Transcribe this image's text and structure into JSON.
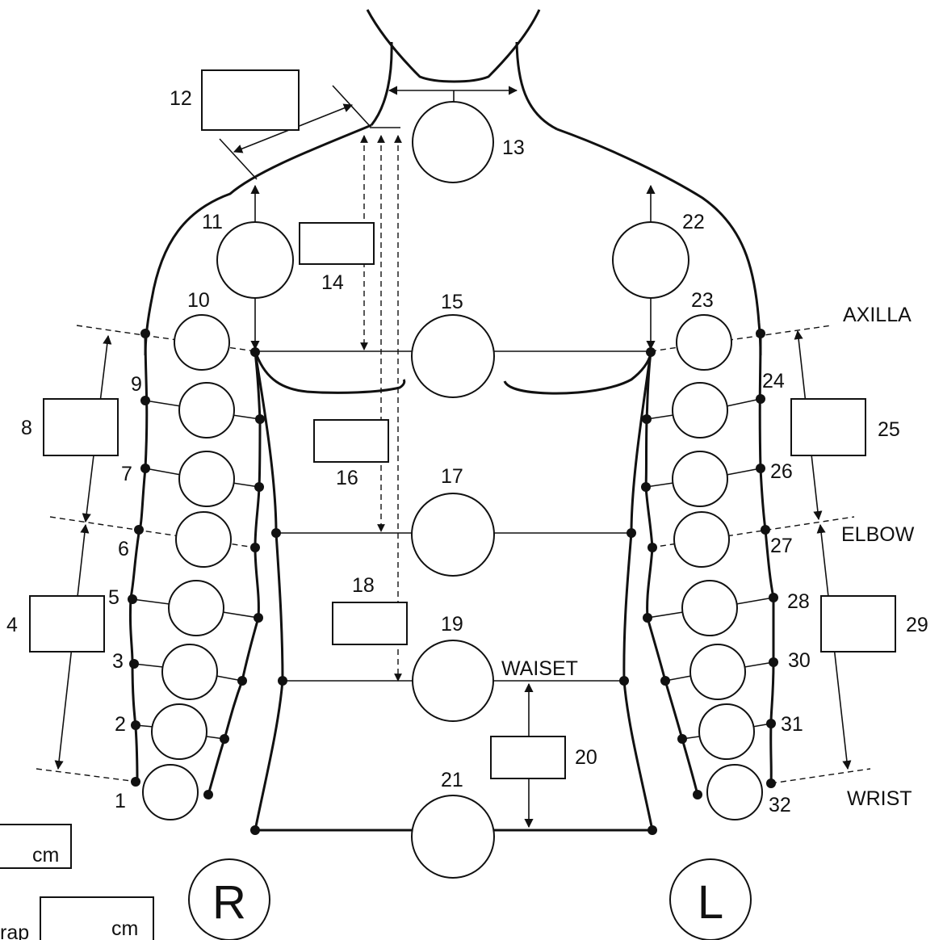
{
  "diagram": {
    "point_labels": [
      "1",
      "2",
      "3",
      "4",
      "5",
      "6",
      "7",
      "8",
      "9",
      "10",
      "11",
      "12",
      "13",
      "14",
      "15",
      "16",
      "17",
      "18",
      "19",
      "20",
      "21",
      "22",
      "23",
      "24",
      "25",
      "26",
      "27",
      "28",
      "29",
      "30",
      "31",
      "32"
    ],
    "level_labels": {
      "axilla": "AXILLA",
      "elbow": "ELBOW",
      "waist": "WAISET",
      "wrist": "WRIST"
    },
    "side_labels": {
      "right": "R",
      "left": "L"
    },
    "footer": {
      "unit_1": "cm",
      "strap_partial": "rap",
      "unit_2": "cm"
    }
  }
}
